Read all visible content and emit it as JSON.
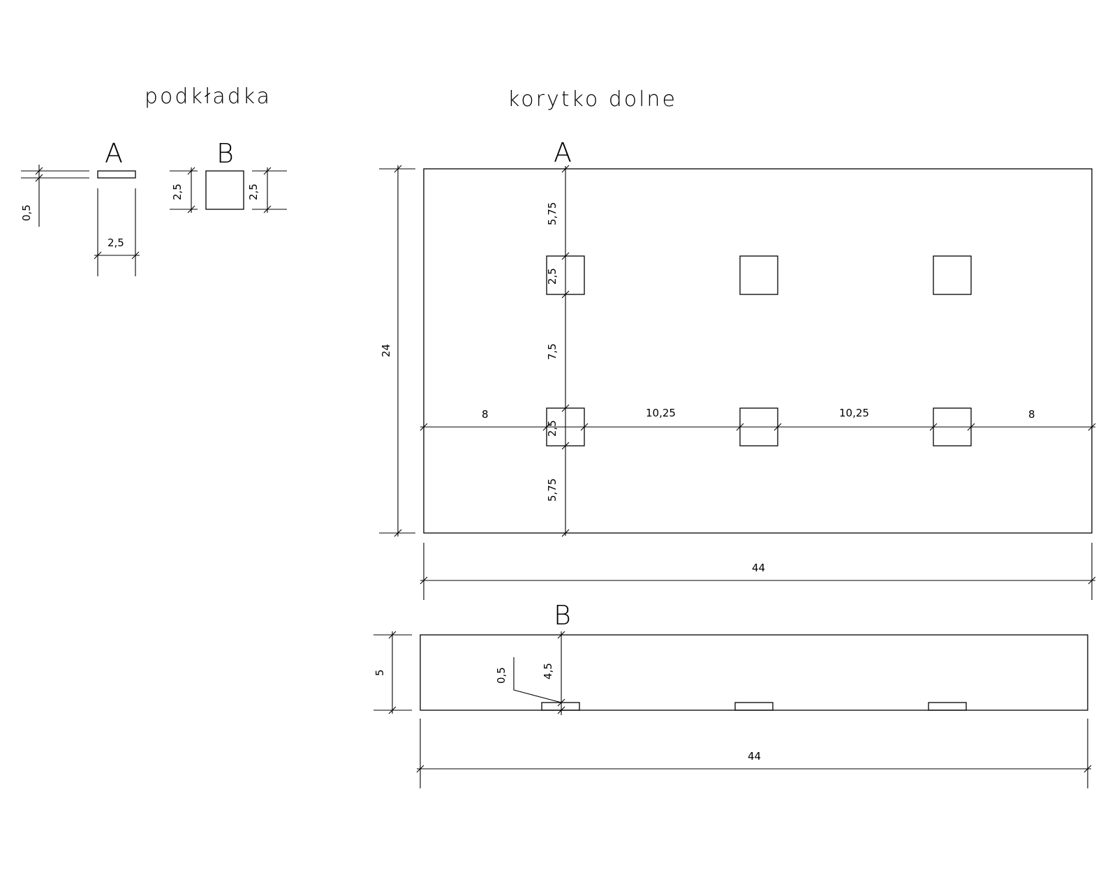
{
  "titles": {
    "washer": "podkładka",
    "trough": "korytko dolne"
  },
  "section_markers": {
    "a": "A",
    "b": "B"
  },
  "washer_dims": {
    "thickness": "0,5",
    "width": "2,5",
    "side_left": "2,5",
    "side_right": "2,5"
  },
  "trough_plan_dims": {
    "top_gap": "5,75",
    "hole_1": "2,5",
    "middle_gap": "7,5",
    "hole_2": "2,5",
    "bottom_gap": "5,75",
    "total_height": "24",
    "left_margin": "8",
    "spacing_1": "10,25",
    "spacing_2": "10,25",
    "right_margin": "8",
    "total_width": "44"
  },
  "trough_side_dims": {
    "total_height": "5",
    "upper_part": "4,5",
    "washer_thickness": "0,5",
    "total_width": "44"
  },
  "colors": {
    "line": "#000000",
    "background": "#ffffff"
  }
}
